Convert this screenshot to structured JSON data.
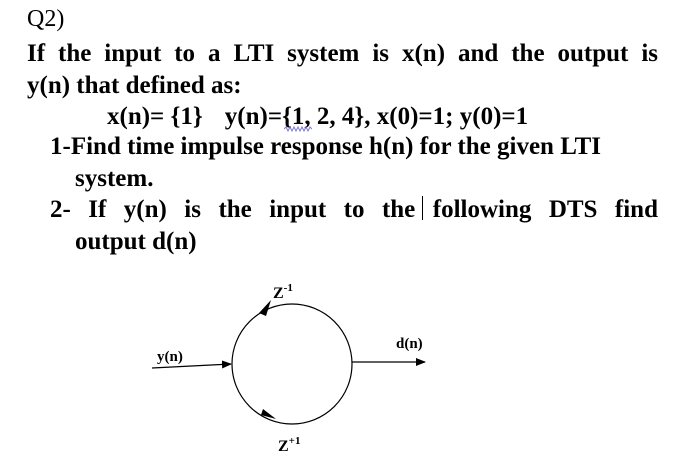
{
  "question": {
    "number": "Q2)",
    "intro_line1": "If the input to a LTI system is x(n) and the output is",
    "intro_line2": "y(n) that defined as:",
    "given_x": "x(n)= {1}",
    "given_y": "y(n)={1, 2, 4}, x(0)=1; y(0)=1",
    "task1_line1": "1-Find time impulse response h(n) for the given LTI",
    "task1_line2": "system.",
    "task2_line1": "2- If y(n) is the input to the following DTS find",
    "task2_line2": "output d(n)"
  },
  "diagram": {
    "input_label": "y(n)",
    "output_label": "d(n)",
    "top_label_base": "Z",
    "top_label_exp": "-1",
    "bottom_label_base": "Z",
    "bottom_label_exp": "+1"
  }
}
